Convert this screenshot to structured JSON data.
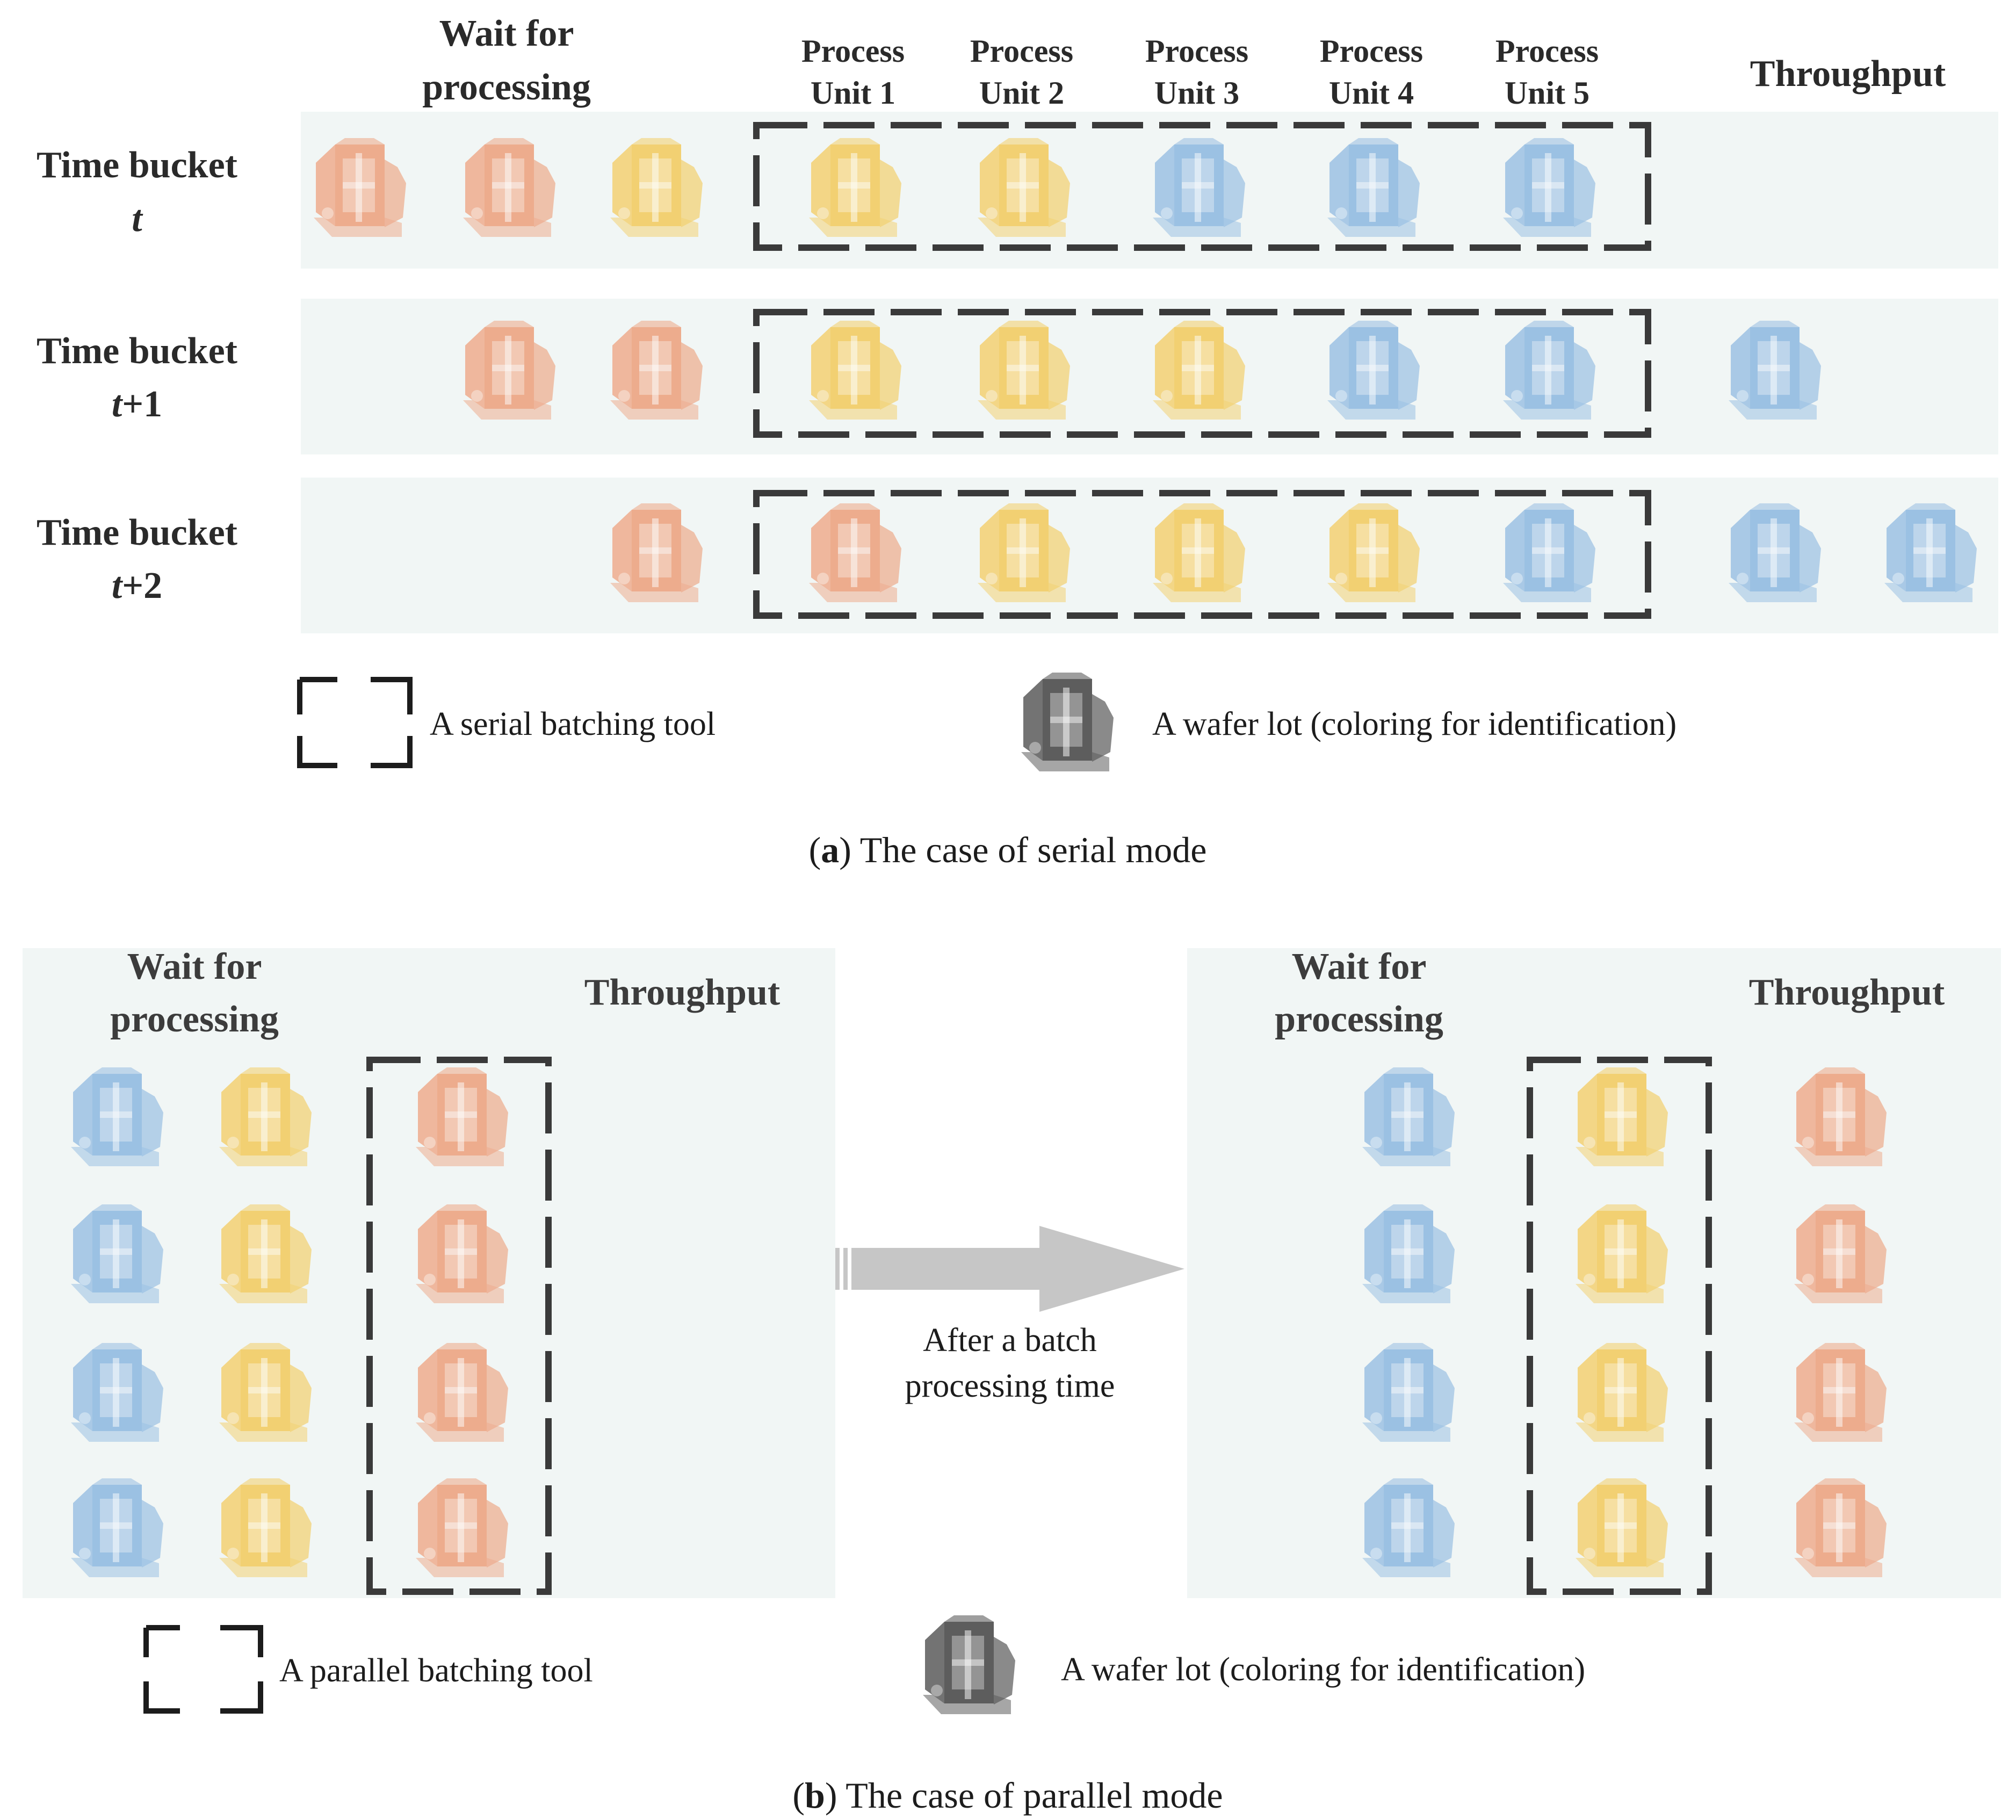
{
  "colors": {
    "orange": "#eda07c",
    "yellow": "#f3ca5c",
    "blue": "#8db8e0",
    "gray": "#5d5d5d",
    "panel": "#f1f6f5",
    "dash": "#3a3a3a",
    "arrow": "#c6c6c6"
  },
  "serial": {
    "header_wait": [
      "Wait for",
      "processing"
    ],
    "units": [
      [
        "Process",
        "Unit 1"
      ],
      [
        "Process",
        "Unit 2"
      ],
      [
        "Process",
        "Unit 3"
      ],
      [
        "Process",
        "Unit 4"
      ],
      [
        "Process",
        "Unit 5"
      ]
    ],
    "header_throughput": "Throughput",
    "rows": [
      {
        "label": "Time bucket",
        "sub_italic": "t",
        "sub_plain": "",
        "waiting": [
          "orange",
          "orange",
          "yellow"
        ],
        "units": [
          "yellow",
          "yellow",
          "blue",
          "blue",
          "blue"
        ],
        "throughput": []
      },
      {
        "label": "Time bucket",
        "sub_italic": "t",
        "sub_plain": "+1",
        "waiting": [
          "",
          "orange",
          "orange"
        ],
        "units": [
          "yellow",
          "yellow",
          "yellow",
          "blue",
          "blue"
        ],
        "throughput": [
          "blue"
        ]
      },
      {
        "label": "Time bucket",
        "sub_italic": "t",
        "sub_plain": "+2",
        "waiting": [
          "",
          "",
          "orange"
        ],
        "units": [
          "orange",
          "yellow",
          "yellow",
          "yellow",
          "blue"
        ],
        "throughput": [
          "blue",
          "blue"
        ]
      }
    ],
    "legend_tool": "A serial batching tool",
    "legend_lot": "A wafer lot (coloring for identification)",
    "caption_letter": "a",
    "caption_text": "The case of serial mode"
  },
  "parallel": {
    "left_wait": [
      "Wait for",
      "processing"
    ],
    "left_throughput": "Throughput",
    "left_columns": [
      [
        "blue",
        "blue",
        "blue",
        "blue"
      ],
      [
        "yellow",
        "yellow",
        "yellow",
        "yellow"
      ],
      [
        "orange",
        "orange",
        "orange",
        "orange"
      ]
    ],
    "arrow_label": [
      "After a batch",
      "processing time"
    ],
    "right_wait": [
      "Wait for",
      "processing"
    ],
    "right_throughput": "Throughput",
    "right_columns": [
      [
        "blue",
        "blue",
        "blue",
        "blue"
      ],
      [
        "yellow",
        "yellow",
        "yellow",
        "yellow"
      ],
      [
        "orange",
        "orange",
        "orange",
        "orange"
      ]
    ],
    "legend_tool": "A parallel batching tool",
    "legend_lot": "A wafer lot (coloring for identification)",
    "caption_letter": "b",
    "caption_text": "The case of parallel mode"
  }
}
